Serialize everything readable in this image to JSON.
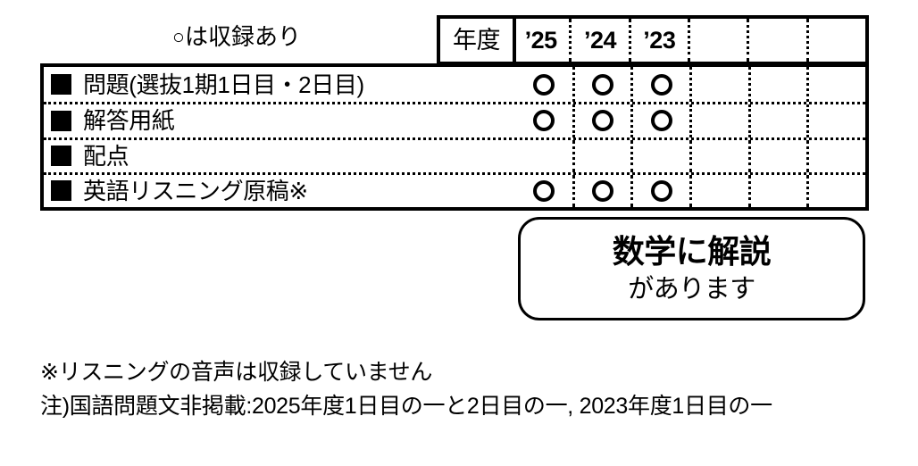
{
  "legend": {
    "ring_glyph": "○",
    "text": "は収録あり"
  },
  "table": {
    "year_header_label": "年度",
    "year_columns": [
      "’25",
      "’24",
      "’23",
      "",
      "",
      ""
    ],
    "rows": [
      {
        "label": "問題(選抜1期1日目・2日目)",
        "marks": [
          "○",
          "○",
          "○",
          "",
          "",
          ""
        ]
      },
      {
        "label": "解答用紙",
        "marks": [
          "○",
          "○",
          "○",
          "",
          "",
          ""
        ]
      },
      {
        "label": "配点",
        "marks": [
          "",
          "",
          "",
          "",
          "",
          ""
        ]
      },
      {
        "label": "英語リスニング原稿※",
        "marks": [
          "○",
          "○",
          "○",
          "",
          "",
          ""
        ]
      }
    ]
  },
  "callout": {
    "line1": "数学に解説",
    "line2": "があります"
  },
  "notes": {
    "note1": "※リスニングの音声は収録していません",
    "note2": "注)国語問題文非掲載:2025年度1日目の一と2日目の一, 2023年度1日目の一"
  },
  "colors": {
    "ink": "#000000",
    "paper": "#ffffff"
  }
}
